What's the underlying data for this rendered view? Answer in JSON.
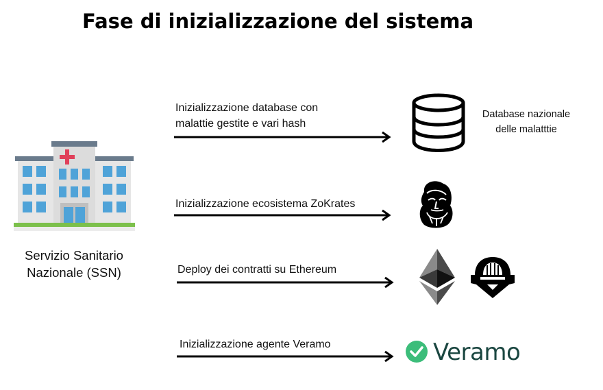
{
  "title": "Fase di inizializzazione del sistema",
  "actor": {
    "label_line1": "Servizio Sanitario",
    "label_line2": "Nazionale (SSN)",
    "icon": "hospital-icon"
  },
  "steps": [
    {
      "label_line1": "Inizializzazione database con",
      "label_line2": "malattie gestite e vari hash",
      "target_icon": "database-icon",
      "target_label_line1": "Database nazionale",
      "target_label_line2": "delle malatttie"
    },
    {
      "label_line1": "Inizializzazione ecosistema ZoKrates",
      "target_icon": "zokrates-logo-icon"
    },
    {
      "label_line1": "Deploy dei contratti su Ethereum",
      "target_icons": [
        "ethereum-logo-icon",
        "hardhat-helmet-icon"
      ]
    },
    {
      "label_line1": "Inizializzazione agente Veramo",
      "target_icon": "veramo-check-icon",
      "target_label_line1": "Veramo"
    }
  ],
  "colors": {
    "veramo_green": "#3cbd7a",
    "veramo_text": "#1a4640",
    "hospital_cross": "#e0405a",
    "hospital_walls": "#d9d9d9",
    "hospital_windows": "#4fa3d8"
  }
}
